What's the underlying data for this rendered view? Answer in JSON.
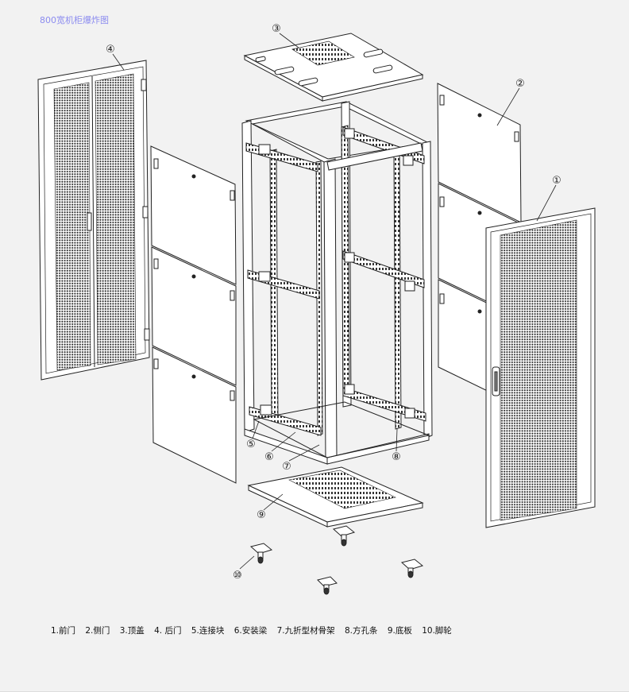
{
  "title": "800宽机柜爆炸图",
  "callouts": [
    "①",
    "②",
    "③",
    "④",
    "⑤",
    "⑥",
    "⑦",
    "⑧",
    "⑨",
    "⑩"
  ],
  "legend": [
    "1.前门",
    "2.侧门",
    "3.顶盖",
    "4. 后门",
    "5.连接块",
    "6.安装梁",
    "7.九折型材骨架",
    "8.方孔条",
    "9.底板",
    "10.脚轮"
  ],
  "colors": {
    "title": "#8c8cf0",
    "line": "#222222",
    "panel": "#ffffff",
    "background": "#f2f2f2"
  }
}
